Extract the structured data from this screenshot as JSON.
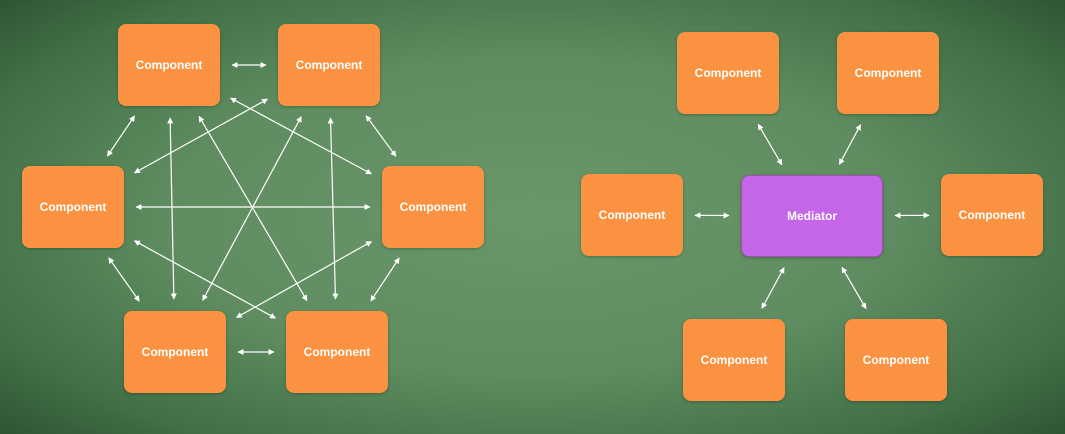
{
  "colors": {
    "component": "#fb9241",
    "mediator": "#c566e8",
    "arrow": "#ffffff"
  },
  "peer_to_peer": {
    "components": [
      {
        "id": "a",
        "label": "Component"
      },
      {
        "id": "b",
        "label": "Component"
      },
      {
        "id": "c",
        "label": "Component"
      },
      {
        "id": "d",
        "label": "Component"
      },
      {
        "id": "e",
        "label": "Component"
      },
      {
        "id": "f",
        "label": "Component"
      }
    ],
    "connections": [
      [
        "a",
        "b"
      ],
      [
        "a",
        "c"
      ],
      [
        "a",
        "d"
      ],
      [
        "a",
        "e"
      ],
      [
        "a",
        "f"
      ],
      [
        "b",
        "c"
      ],
      [
        "b",
        "d"
      ],
      [
        "b",
        "e"
      ],
      [
        "b",
        "f"
      ],
      [
        "c",
        "d"
      ],
      [
        "c",
        "e"
      ],
      [
        "c",
        "f"
      ],
      [
        "d",
        "e"
      ],
      [
        "d",
        "f"
      ],
      [
        "e",
        "f"
      ]
    ]
  },
  "mediator_pattern": {
    "mediator": {
      "id": "m",
      "label": "Mediator"
    },
    "components": [
      {
        "id": "g",
        "label": "Component"
      },
      {
        "id": "h",
        "label": "Component"
      },
      {
        "id": "i",
        "label": "Component"
      },
      {
        "id": "j",
        "label": "Component"
      },
      {
        "id": "k",
        "label": "Component"
      },
      {
        "id": "l",
        "label": "Component"
      }
    ],
    "connections": [
      [
        "g",
        "m"
      ],
      [
        "h",
        "m"
      ],
      [
        "i",
        "m"
      ],
      [
        "j",
        "m"
      ],
      [
        "k",
        "m"
      ],
      [
        "l",
        "m"
      ]
    ]
  }
}
